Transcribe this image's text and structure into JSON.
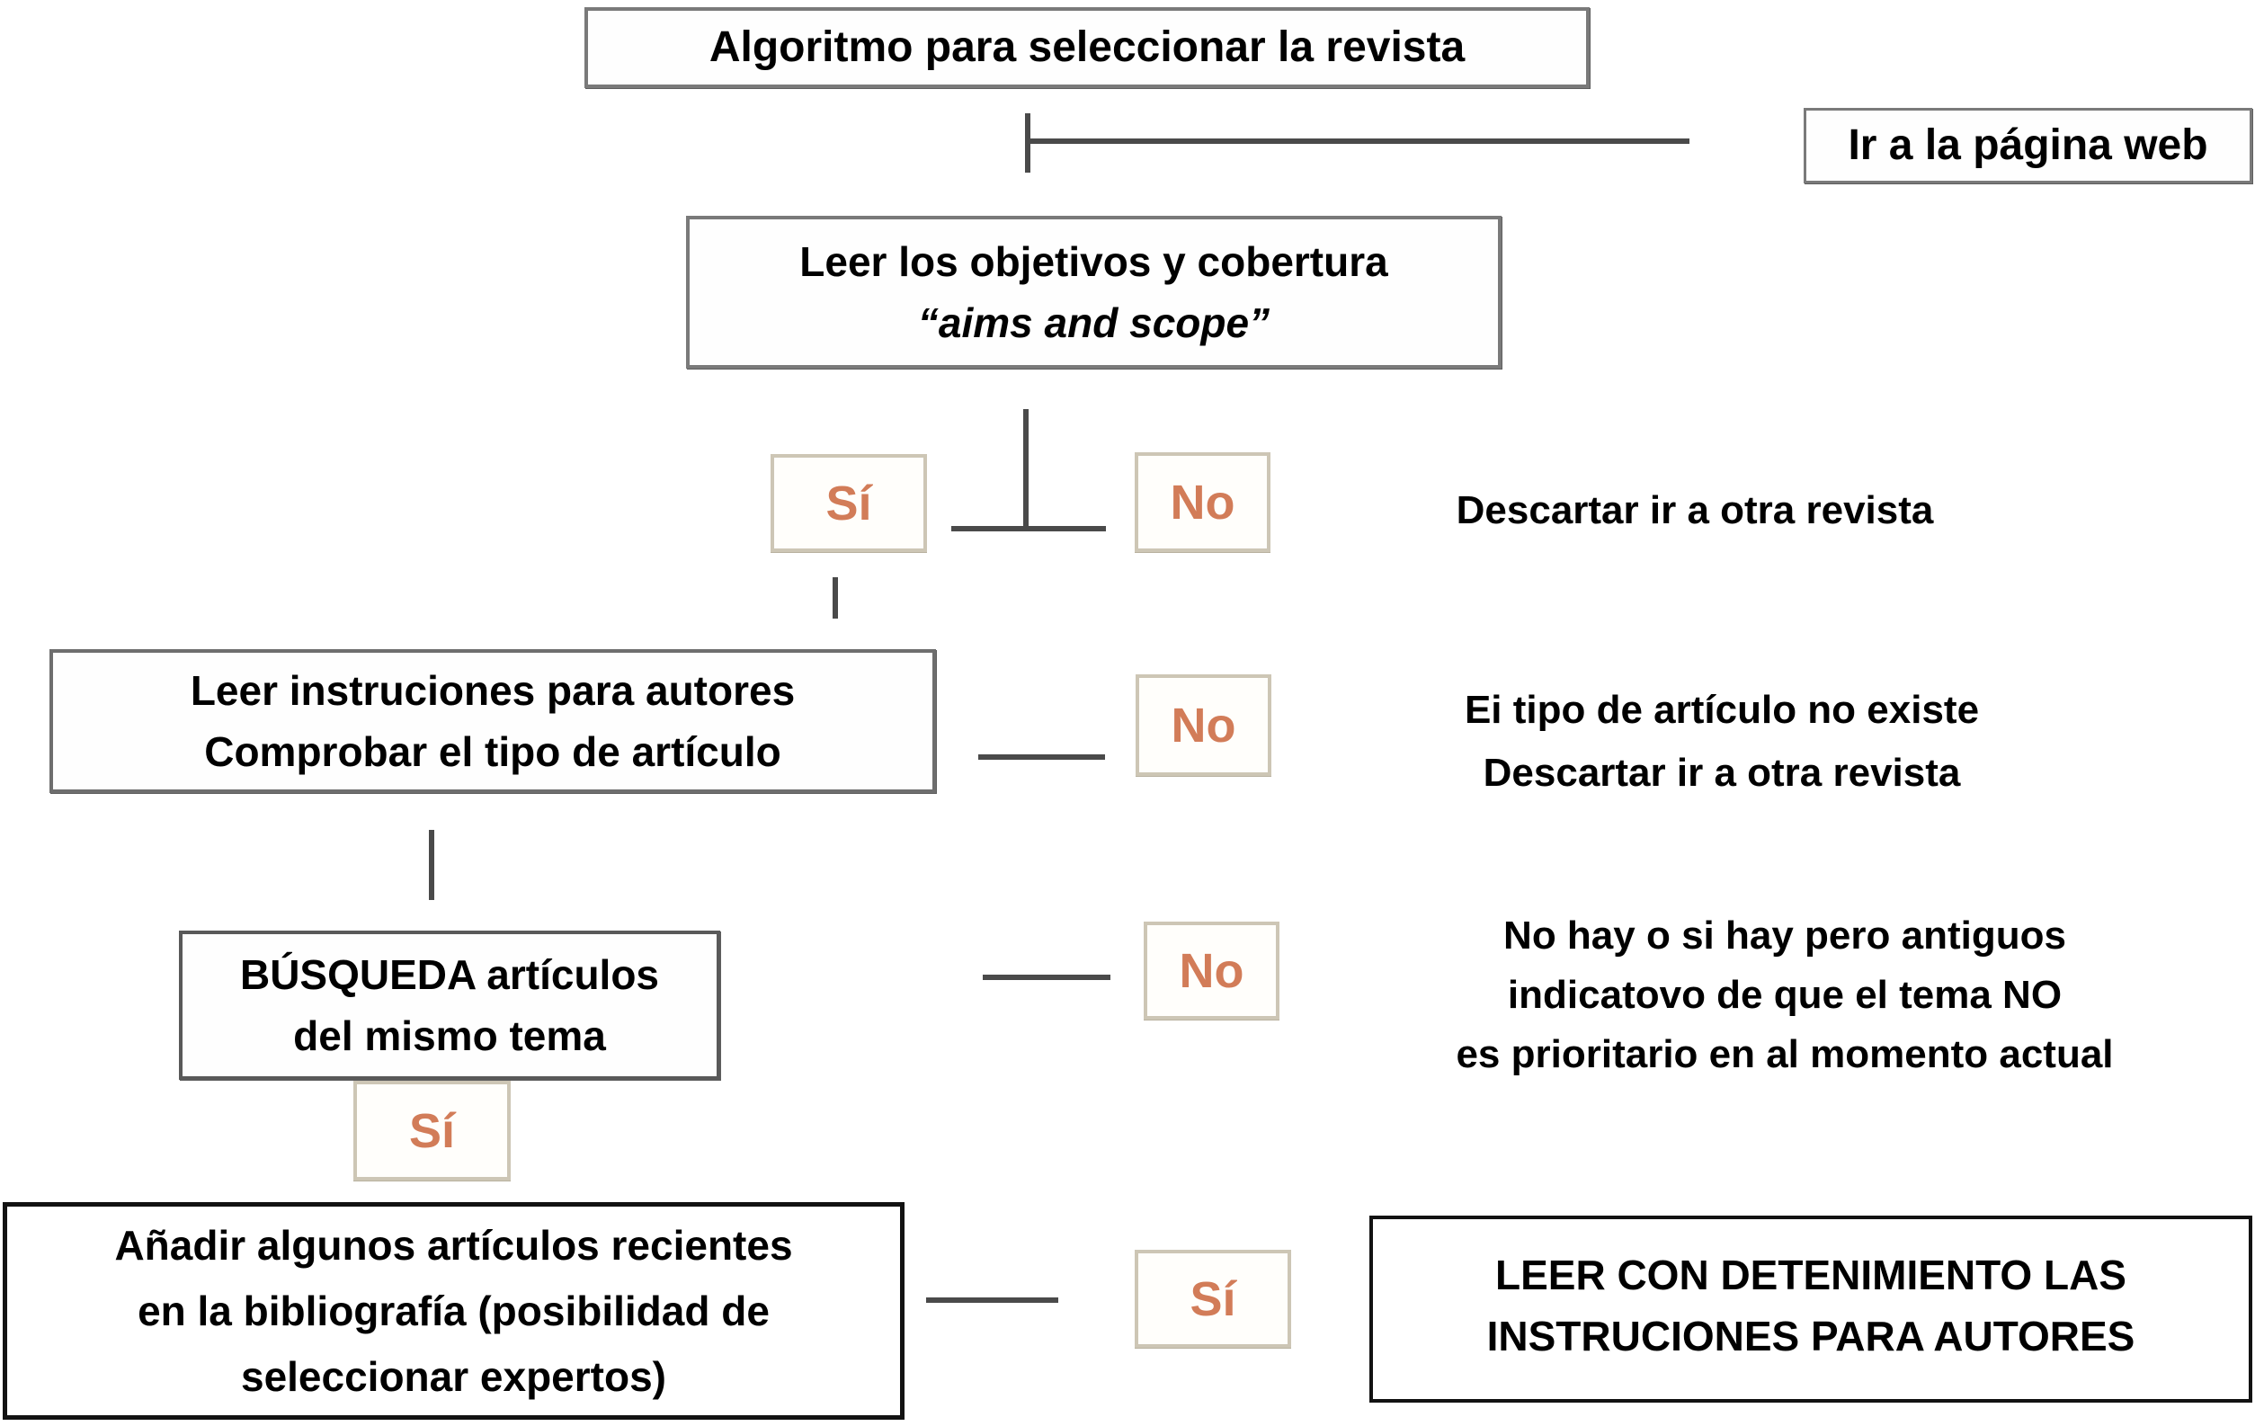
{
  "diagram": {
    "accent_color": "#d27c58",
    "nodes": {
      "start": {
        "label": "Algoritmo para seleccionar la revista"
      },
      "web": {
        "label": "Ir a la página web"
      },
      "aims": {
        "line1": "Leer los objetivos y cobertura",
        "line2": "“aims and scope”"
      },
      "decision_si_1": {
        "label": "Sí"
      },
      "decision_no_1": {
        "label": "No"
      },
      "note_descartar": {
        "line1": "Descartar ir a otra revista"
      },
      "instructions": {
        "line1": "Leer instruciones para autores",
        "line2": "Comprobar el tipo de artículo"
      },
      "decision_no_2": {
        "label": "No"
      },
      "note_no_existe": {
        "line1": "Ei tipo de artículo no existe",
        "line2": "Descartar ir a otra revista"
      },
      "busqueda": {
        "line1": "BÚSQUEDA artículos",
        "line2": "del mismo tema"
      },
      "decision_no_3": {
        "label": "No"
      },
      "note_no_hay": {
        "line1": "No hay o si hay pero antiguos",
        "line2": "indicatovo de que el tema NO",
        "line3": "es prioritario en al momento actual"
      },
      "decision_si_2": {
        "label": "Sí"
      },
      "anadir": {
        "line1": "Añadir algunos artículos recientes",
        "line2": "en la bibliografía (posibilidad de",
        "line3": "seleccionar expertos)"
      },
      "decision_si_3": {
        "label": "Sí"
      },
      "leer_final": {
        "line1": "LEER CON DETENIMIENTO LAS",
        "line2": "INSTRUCIONES PARA AUTORES"
      }
    }
  }
}
